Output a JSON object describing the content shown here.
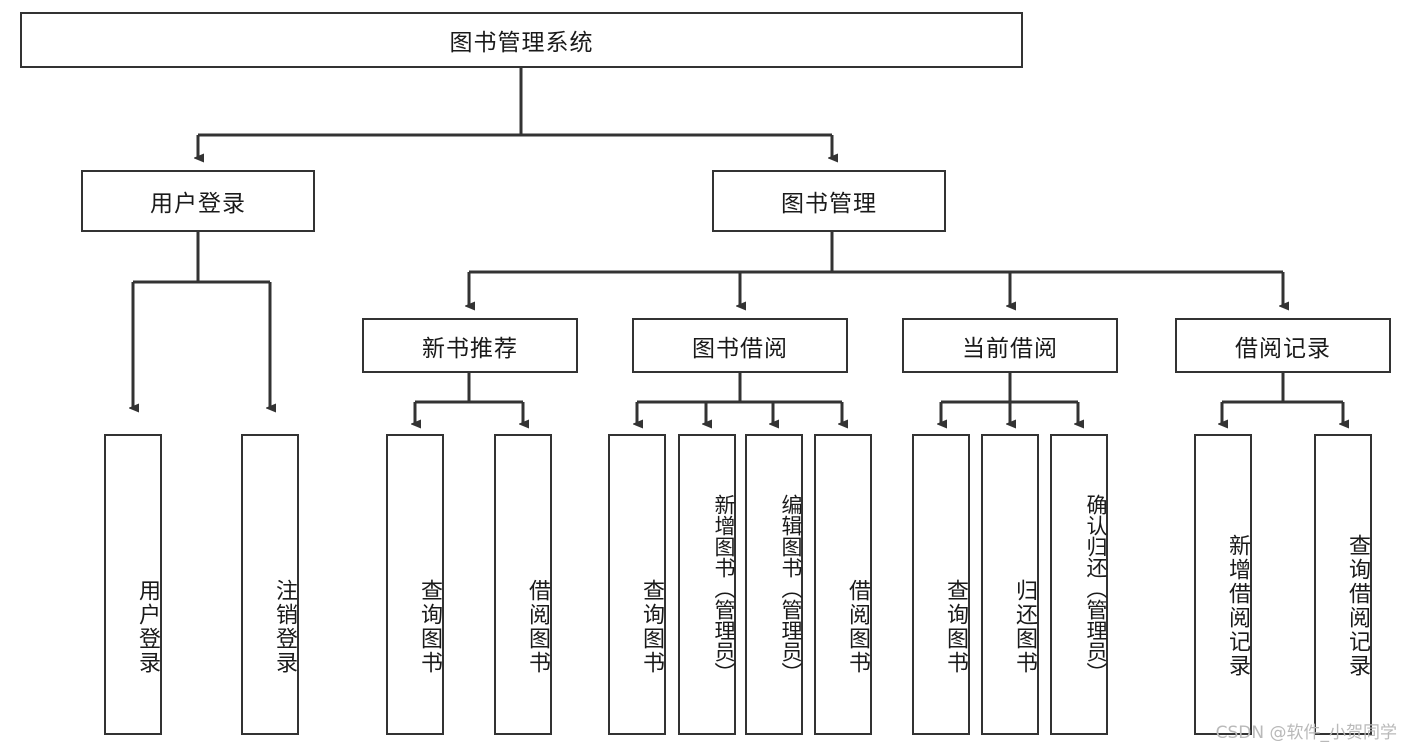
{
  "diagram": {
    "title": "图书管理系统",
    "type": "hierarchy-tree",
    "watermark": "CSDN @软件_小贺同学",
    "colors": {
      "box_border": "#333333",
      "box_fill": "#ffffff",
      "connector": "#333333",
      "text": "#1a1a1a",
      "watermark": "#b9b9b9"
    },
    "levels": [
      {
        "level": 1,
        "nodes": [
          {
            "id": "root",
            "label": "图书管理系统",
            "orientation": "horizontal"
          }
        ]
      },
      {
        "level": 2,
        "nodes": [
          {
            "id": "login",
            "label": "用户登录",
            "orientation": "horizontal",
            "parent": "root"
          },
          {
            "id": "bookmgmt",
            "label": "图书管理",
            "orientation": "horizontal",
            "parent": "root"
          }
        ]
      },
      {
        "level": 3,
        "nodes": [
          {
            "id": "newbook",
            "label": "新书推荐",
            "orientation": "horizontal",
            "parent": "bookmgmt"
          },
          {
            "id": "borrow",
            "label": "图书借阅",
            "orientation": "horizontal",
            "parent": "bookmgmt"
          },
          {
            "id": "current",
            "label": "当前借阅",
            "orientation": "horizontal",
            "parent": "bookmgmt"
          },
          {
            "id": "records",
            "label": "借阅记录",
            "orientation": "horizontal",
            "parent": "bookmgmt"
          }
        ]
      },
      {
        "level": 4,
        "nodes": [
          {
            "id": "leaf-login-1",
            "label": "用户登录",
            "orientation": "vertical",
            "parent": "login"
          },
          {
            "id": "leaf-login-2",
            "label": "注销登录",
            "orientation": "vertical",
            "parent": "login"
          },
          {
            "id": "leaf-newbook-1",
            "label": "查询图书",
            "orientation": "vertical",
            "parent": "newbook"
          },
          {
            "id": "leaf-newbook-2",
            "label": "借阅图书",
            "orientation": "vertical",
            "parent": "newbook"
          },
          {
            "id": "leaf-borrow-1",
            "label": "查询图书",
            "orientation": "vertical",
            "parent": "borrow"
          },
          {
            "id": "leaf-borrow-2",
            "label": "新增图书（管理员）",
            "orientation": "vertical",
            "parent": "borrow"
          },
          {
            "id": "leaf-borrow-3",
            "label": "编辑图书（管理员）",
            "orientation": "vertical",
            "parent": "borrow"
          },
          {
            "id": "leaf-borrow-4",
            "label": "借阅图书",
            "orientation": "vertical",
            "parent": "borrow"
          },
          {
            "id": "leaf-current-1",
            "label": "查询图书",
            "orientation": "vertical",
            "parent": "current"
          },
          {
            "id": "leaf-current-2",
            "label": "归还图书",
            "orientation": "vertical",
            "parent": "current"
          },
          {
            "id": "leaf-current-3",
            "label": "确认归还（管理员）",
            "orientation": "vertical",
            "parent": "current"
          },
          {
            "id": "leaf-records-1",
            "label": "新增借阅记录",
            "orientation": "vertical",
            "parent": "records"
          },
          {
            "id": "leaf-records-2",
            "label": "查询借阅记录",
            "orientation": "vertical",
            "parent": "records"
          }
        ]
      }
    ]
  }
}
